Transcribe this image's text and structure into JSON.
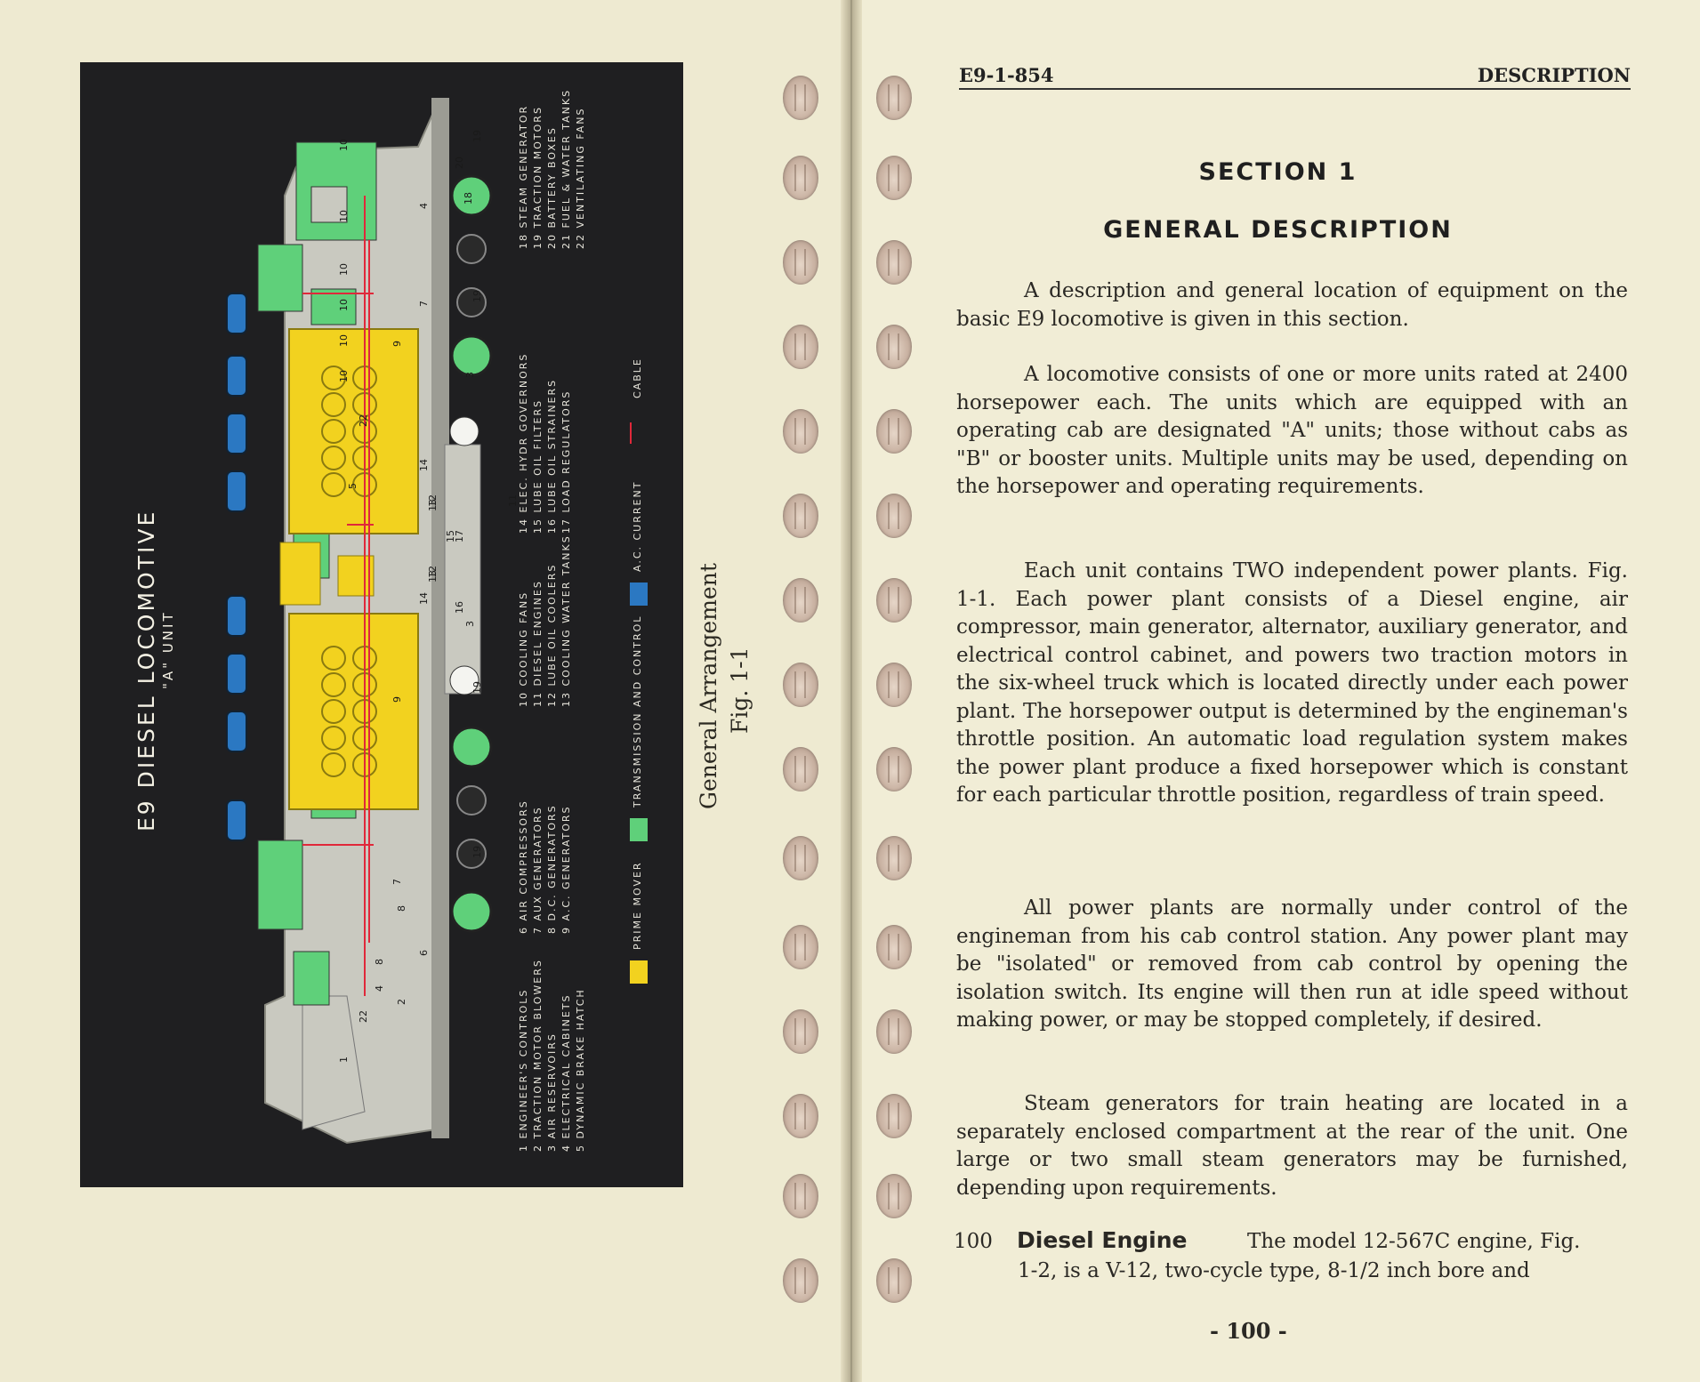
{
  "diagram": {
    "title": "E9 DIESEL LOCOMOTIVE",
    "subtitle": "\"A\" UNIT",
    "legend_columns": [
      [
        "1 ENGINEER'S CONTROLS",
        "2 TRACTION MOTOR BLOWERS",
        "3 AIR RESERVOIRS",
        "4 ELECTRICAL CABINETS",
        "5 DYNAMIC BRAKE HATCH"
      ],
      [
        "6 AIR COMPRESSORS",
        "7 AUX GENERATORS",
        "8 D.C. GENERATORS",
        "9 A.C. GENERATORS"
      ],
      [
        "10 COOLING FANS",
        "11 DIESEL ENGINES",
        "12 LUBE OIL COOLERS",
        "13 COOLING WATER TANKS"
      ],
      [
        "14 ELEC. HYDR GOVERNORS",
        "15 LUBE OIL FILTERS",
        "16 LUBE OIL STRAINERS",
        "17 LOAD REGULATORS"
      ],
      [
        "18 STEAM GENERATOR",
        "19 TRACTION MOTORS",
        "20 BATTERY BOXES",
        "21 FUEL & WATER TANKS",
        "22 VENTILATING FANS"
      ]
    ],
    "color_key": [
      {
        "label": "PRIME MOVER",
        "color": "#f2d21f"
      },
      {
        "label": "TRANSMISSION AND CONTROL",
        "color": "#5fd07a"
      },
      {
        "label": "A.C. CURRENT",
        "color": "#2b78c2"
      },
      {
        "label": "CABLE",
        "color": "#e0283a"
      }
    ],
    "callouts": [
      "1",
      "2",
      "3",
      "3",
      "4",
      "4",
      "5",
      "6",
      "7",
      "7",
      "8",
      "8",
      "9",
      "9",
      "10",
      "10",
      "10",
      "10",
      "10",
      "10",
      "11",
      "12",
      "12",
      "13",
      "13",
      "14",
      "14",
      "15",
      "16",
      "17",
      "18",
      "19",
      "19",
      "19",
      "19",
      "20",
      "21",
      "22",
      "22"
    ],
    "colors": {
      "background": "#1f1f21",
      "body": "#c9c9c0",
      "prime_mover": "#f2d21f",
      "transmission": "#5fd07a",
      "ac_current": "#2b78c2",
      "cable": "#e0283a"
    }
  },
  "figure": {
    "caption": "General Arrangement",
    "number": "Fig. 1-1"
  },
  "header": {
    "left": "E9-1-854",
    "right": "DESCRIPTION"
  },
  "section": {
    "number_label": "SECTION 1",
    "title": "GENERAL DESCRIPTION"
  },
  "paragraphs": [
    "A description and general location of equipment on the basic E9 locomotive is given in this section.",
    "A locomotive consists of one or more units rated at 2400 horsepower each. The units which are equipped with an operating cab are designated \"A\" units; those without cabs as \"B\" or booster units. Multiple units may be used, depending on the horsepower and operating requirements.",
    "Each unit contains TWO independent power plants. Fig. 1-1. Each power plant consists of a Diesel engine, air compressor, main generator, alternator, auxiliary generator, and electrical control cabinet, and powers two traction motors in the six-wheel truck which is located directly under each power plant. The horsepower output is determined by the engineman's throttle position. An automatic load regulation system makes the power plant produce a fixed horsepower which is constant for each particular throttle position, regardless of train speed.",
    "All power plants are normally under control of the engineman from his cab control station. Any power plant may be \"isolated\" or removed from cab control by opening the isolation switch. Its engine will then run at idle speed without making power, or may be stopped completely, if desired.",
    "Steam generators for train heating are located in a separately enclosed compartment at the rear of the unit. One large or two small steam generators may be furnished, depending upon requirements."
  ],
  "subsection": {
    "number": "100",
    "title": "Diesel Engine",
    "text_line1": "The model 12-567C engine, Fig.",
    "text_line2": "1-2, is a V-12, two-cycle type, 8-1/2 inch bore and"
  },
  "page_number": "- 100 -"
}
